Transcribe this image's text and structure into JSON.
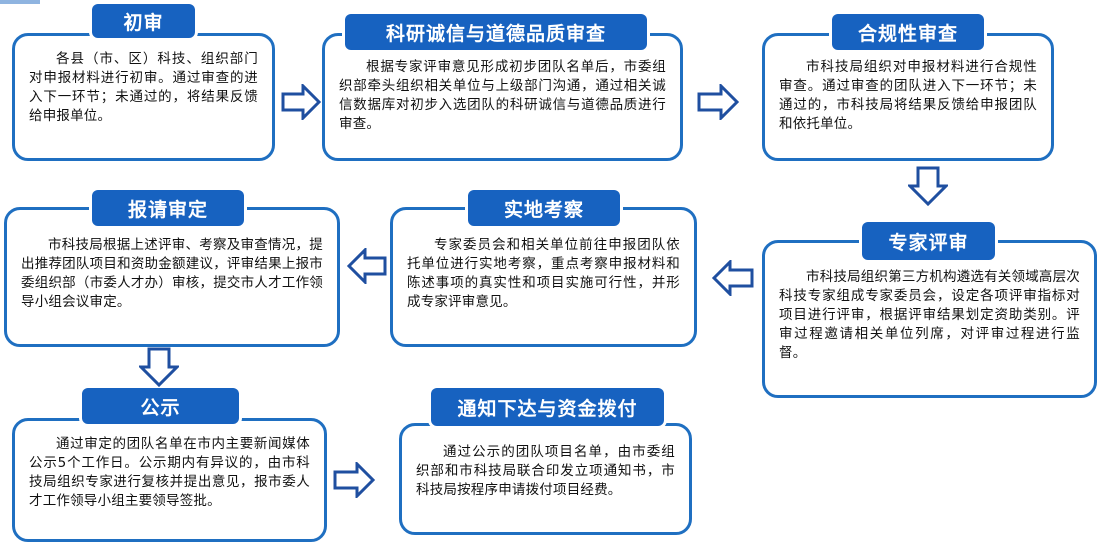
{
  "steps": {
    "s1": {
      "title": "初审",
      "text": "各县（市、区）科技、组织部门对申报材料进行初审。通过审查的进入下一环节；未通过的，将结果反馈给申报单位。"
    },
    "s2": {
      "title": "科研诚信与道德品质审查",
      "text": "根据专家评审意见形成初步团队名单后，市委组织部牵头组织相关单位与上级部门沟通，通过相关诚信数据库对初步入选团队的科研诚信与道德品质进行审查。"
    },
    "s3": {
      "title": "合规性审查",
      "text": "市科技局组织对申报材料进行合规性审查。通过审查的团队进入下一环节；未通过的，市科技局将结果反馈给申报团队和依托单位。"
    },
    "s4": {
      "title": "专家评审",
      "text": "市科技局组织第三方机构遴选有关领域高层次科技专家组成专家委员会，设定各项评审指标对项目进行评审，根据评审结果划定资助类别。评审过程邀请相关单位列席，对评审过程进行监督。"
    },
    "s5": {
      "title": "实地考察",
      "text": "专家委员会和相关单位前往申报团队依托单位进行实地考察，重点考察申报材料和陈述事项的真实性和项目实施可行性，并形成专家评审意见。"
    },
    "s6": {
      "title": "报请审定",
      "text": "市科技局根据上述评审、考察及审查情况，提出推荐团队项目和资助金额建议，评审结果上报市委组织部（市委人才办）审核，提交市人才工作领导小组会议审定。"
    },
    "s7": {
      "title": "公示",
      "text": "通过审定的团队名单在市内主要新闻媒体公示5个工作日。公示期内有异议的，由市科技局组织专家进行复核并提出意见，报市委人才工作领导小组主要领导签批。"
    },
    "s8": {
      "title": "通知下达与资金拨付",
      "text": "通过公示的团队项目名单，由市委组织部和市科技局联合印发立项通知书，市科技局按程序申请拨付项目经费。"
    }
  },
  "colors": {
    "border": "#1f6fc1",
    "tag": "#1762c0",
    "arrow": "#1f4fa0"
  }
}
